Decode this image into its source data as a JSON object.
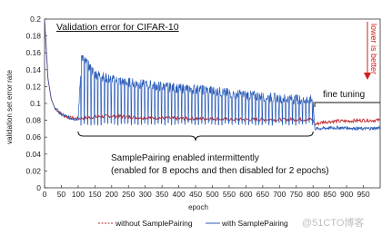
{
  "chart_data": {
    "type": "line",
    "title": "Validation error for CIFAR-10",
    "xlabel": "epoch",
    "ylabel": "validation set error rate",
    "xlim": [
      0,
      1000
    ],
    "ylim": [
      0,
      0.2
    ],
    "x_ticks": [
      0,
      50,
      100,
      150,
      200,
      250,
      300,
      350,
      400,
      450,
      500,
      550,
      600,
      650,
      700,
      750,
      800,
      850,
      900,
      950
    ],
    "y_ticks": [
      0,
      0.02,
      0.04,
      0.06,
      0.08,
      0.1,
      0.12,
      0.14,
      0.16,
      0.18,
      0.2
    ],
    "grid": false,
    "legend_position": "bottom-center",
    "series": [
      {
        "name": "without SamplePairing",
        "color": "#c0262a",
        "style": "dashed",
        "points": [
          [
            0,
            0.2
          ],
          [
            10,
            0.13
          ],
          [
            20,
            0.105
          ],
          [
            30,
            0.095
          ],
          [
            50,
            0.087
          ],
          [
            75,
            0.083
          ],
          [
            100,
            0.082
          ],
          [
            150,
            0.084
          ],
          [
            200,
            0.085
          ],
          [
            250,
            0.084
          ],
          [
            300,
            0.083
          ],
          [
            350,
            0.083
          ],
          [
            400,
            0.082
          ],
          [
            450,
            0.082
          ],
          [
            500,
            0.082
          ],
          [
            550,
            0.081
          ],
          [
            600,
            0.081
          ],
          [
            650,
            0.081
          ],
          [
            700,
            0.081
          ],
          [
            750,
            0.081
          ],
          [
            800,
            0.081
          ],
          [
            805,
            0.075
          ],
          [
            830,
            0.078
          ],
          [
            870,
            0.079
          ],
          [
            900,
            0.079
          ],
          [
            950,
            0.08
          ],
          [
            1000,
            0.08
          ]
        ]
      },
      {
        "name": "with SamplePairing",
        "color": "#2b5cb8",
        "style": "solid",
        "points": [
          [
            0,
            0.2
          ],
          [
            10,
            0.13
          ],
          [
            20,
            0.105
          ],
          [
            30,
            0.095
          ],
          [
            50,
            0.087
          ],
          [
            75,
            0.083
          ],
          [
            100,
            0.081
          ],
          [
            110,
            0.155
          ],
          [
            150,
            0.135
          ],
          [
            200,
            0.128
          ],
          [
            250,
            0.125
          ],
          [
            300,
            0.122
          ],
          [
            350,
            0.12
          ],
          [
            400,
            0.118
          ],
          [
            450,
            0.117
          ],
          [
            500,
            0.115
          ],
          [
            550,
            0.112
          ],
          [
            600,
            0.11
          ],
          [
            650,
            0.108
          ],
          [
            700,
            0.106
          ],
          [
            750,
            0.105
          ],
          [
            800,
            0.104
          ],
          [
            805,
            0.07
          ],
          [
            850,
            0.071
          ],
          [
            900,
            0.071
          ],
          [
            950,
            0.07
          ],
          [
            1000,
            0.071
          ]
        ],
        "intermittent": {
          "start": 100,
          "end": 800,
          "on_epochs": 8,
          "off_epochs": 2,
          "low_value": 0.076
        }
      }
    ],
    "annotations": {
      "fine_tuning": "fine tuning",
      "samplepairing_line1": "SamplePairing enabled intermittently",
      "samplepairing_line2": "(enabled for 8 epochs and then disabled for 2 epochs)",
      "lower_is_better": "lower is better"
    },
    "watermark": "@51CTO博客"
  }
}
